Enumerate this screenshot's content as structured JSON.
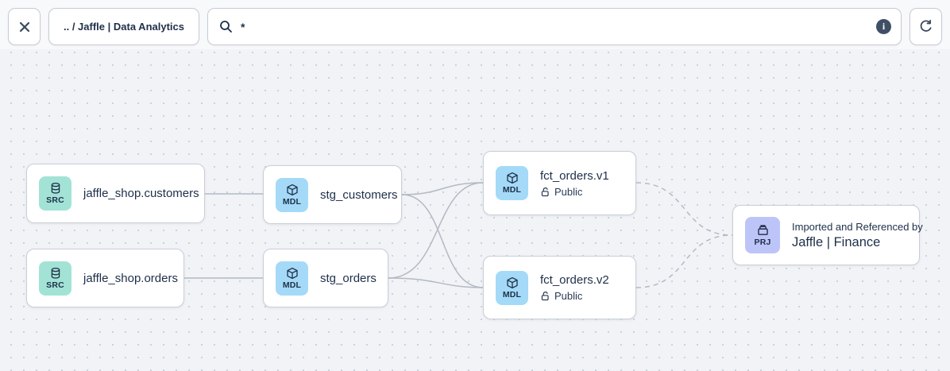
{
  "toolbar": {
    "close_label": "close",
    "breadcrumb_label": ".. / Jaffle | Data Analytics",
    "search": {
      "value": "*",
      "info_label": "i"
    },
    "refresh_label": "refresh"
  },
  "colors": {
    "canvas_bg": "#f1f3f6",
    "node_border": "#c9cfd8",
    "text": "#1e2f49",
    "source_badge_bg": "#a2e3d6",
    "model_badge_bg": "#a4daf7",
    "project_badge_bg": "#bdc5f8",
    "edge": "#b3bac4"
  },
  "nodes": [
    {
      "id": "jaffle_shop.customers",
      "type": "source",
      "badge": "SRC",
      "title": "jaffle_shop.customers"
    },
    {
      "id": "jaffle_shop.orders",
      "type": "source",
      "badge": "SRC",
      "title": "jaffle_shop.orders"
    },
    {
      "id": "stg_customers",
      "type": "model",
      "badge": "MDL",
      "title": "stg_customers"
    },
    {
      "id": "stg_orders",
      "type": "model",
      "badge": "MDL",
      "title": "stg_orders"
    },
    {
      "id": "fct_orders.v1",
      "type": "model",
      "badge": "MDL",
      "title": "fct_orders.v1",
      "access": "Public"
    },
    {
      "id": "fct_orders.v2",
      "type": "model",
      "badge": "MDL",
      "title": "fct_orders.v2",
      "access": "Public"
    },
    {
      "id": "jaffle_finance",
      "type": "project",
      "badge": "PRJ",
      "subtitle": "Imported and Referenced by",
      "title": "Jaffle | Finance"
    }
  ],
  "edges": [
    {
      "from": "jaffle_shop.customers",
      "to": "stg_customers",
      "style": "solid"
    },
    {
      "from": "jaffle_shop.orders",
      "to": "stg_orders",
      "style": "solid"
    },
    {
      "from": "stg_customers",
      "to": "fct_orders.v1",
      "style": "solid"
    },
    {
      "from": "stg_customers",
      "to": "fct_orders.v2",
      "style": "solid"
    },
    {
      "from": "stg_orders",
      "to": "fct_orders.v1",
      "style": "solid"
    },
    {
      "from": "stg_orders",
      "to": "fct_orders.v2",
      "style": "solid"
    },
    {
      "from": "fct_orders.v1",
      "to": "jaffle_finance",
      "style": "dashed"
    },
    {
      "from": "fct_orders.v2",
      "to": "jaffle_finance",
      "style": "dashed"
    }
  ]
}
